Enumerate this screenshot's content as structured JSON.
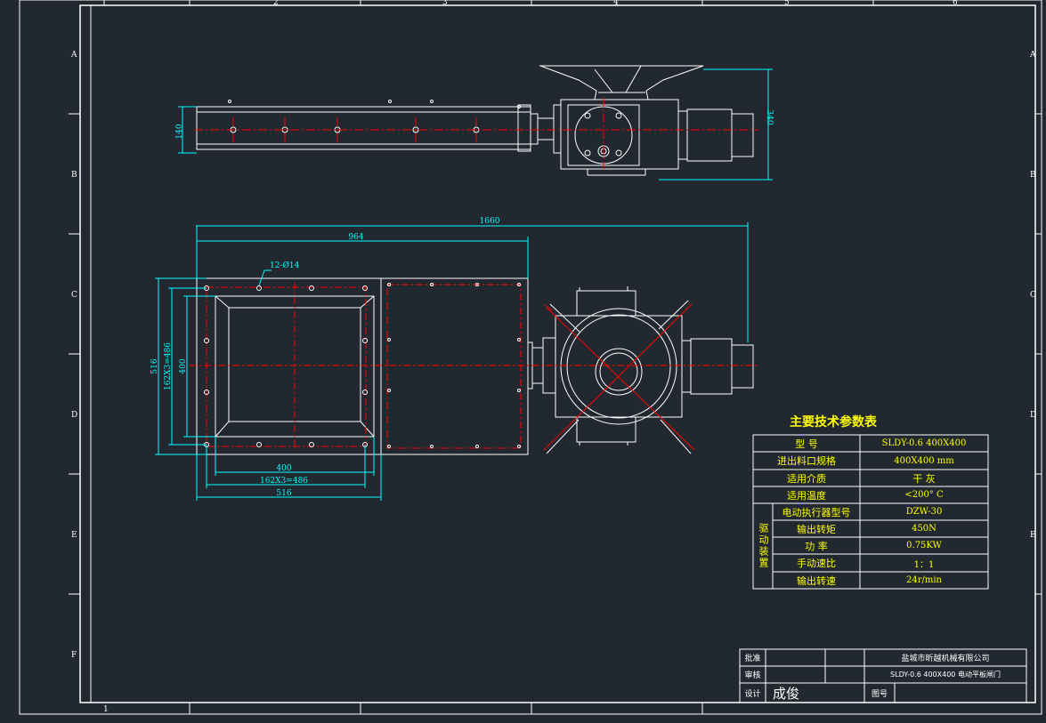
{
  "grid": {
    "columns": [
      "1",
      "2",
      "3",
      "4",
      "5",
      "6"
    ],
    "rows": [
      "A",
      "B",
      "C",
      "D",
      "E",
      "F"
    ],
    "footer_number": "1"
  },
  "dimensions": {
    "top_view_height": "140",
    "top_view_overall_height": "340",
    "overall_length": "1660",
    "body_length": "964",
    "hole_spec": "12-Ø14",
    "flange_outer": "516",
    "bolt_spacing_vertical": "162X3=486",
    "port_vertical": "400",
    "port_horizontal": "400",
    "bolt_spacing_horizontal": "162X3=486",
    "flange_outer_horizontal": "516"
  },
  "spec_table": {
    "title": "主要技术参数表",
    "rows": [
      {
        "label": "型    号",
        "value": "SLDY-0.6 400X400"
      },
      {
        "label": "进出料口规格",
        "value": "400X400   mm"
      },
      {
        "label": "适用介质",
        "value": "干 灰"
      },
      {
        "label": "适用温度",
        "value": "<200° C"
      }
    ],
    "group_label": "驱动装置",
    "group_rows": [
      {
        "label": "电动执行器型号",
        "value": "DZW-30"
      },
      {
        "label": "输出转矩",
        "value": "450N"
      },
      {
        "label": "功    率",
        "value": "0.75KW"
      },
      {
        "label": "手动速比",
        "value": "1：1"
      },
      {
        "label": "输出转速",
        "value": "24r/min"
      }
    ]
  },
  "title_block": {
    "approve_label": "批准",
    "review_label": "审核",
    "design_label": "设计",
    "designer": "成俊",
    "company": "盐城市昕越机械有限公司",
    "drawing_title": "SLDY-0.6 400X400 电动平板闸门",
    "drawing_no_label": "图号"
  },
  "colors": {
    "background": "#212830",
    "border": "#ffffff",
    "dimension": "#00ffff",
    "centerline": "#ff0000",
    "text_yellow": "#ffff00"
  }
}
